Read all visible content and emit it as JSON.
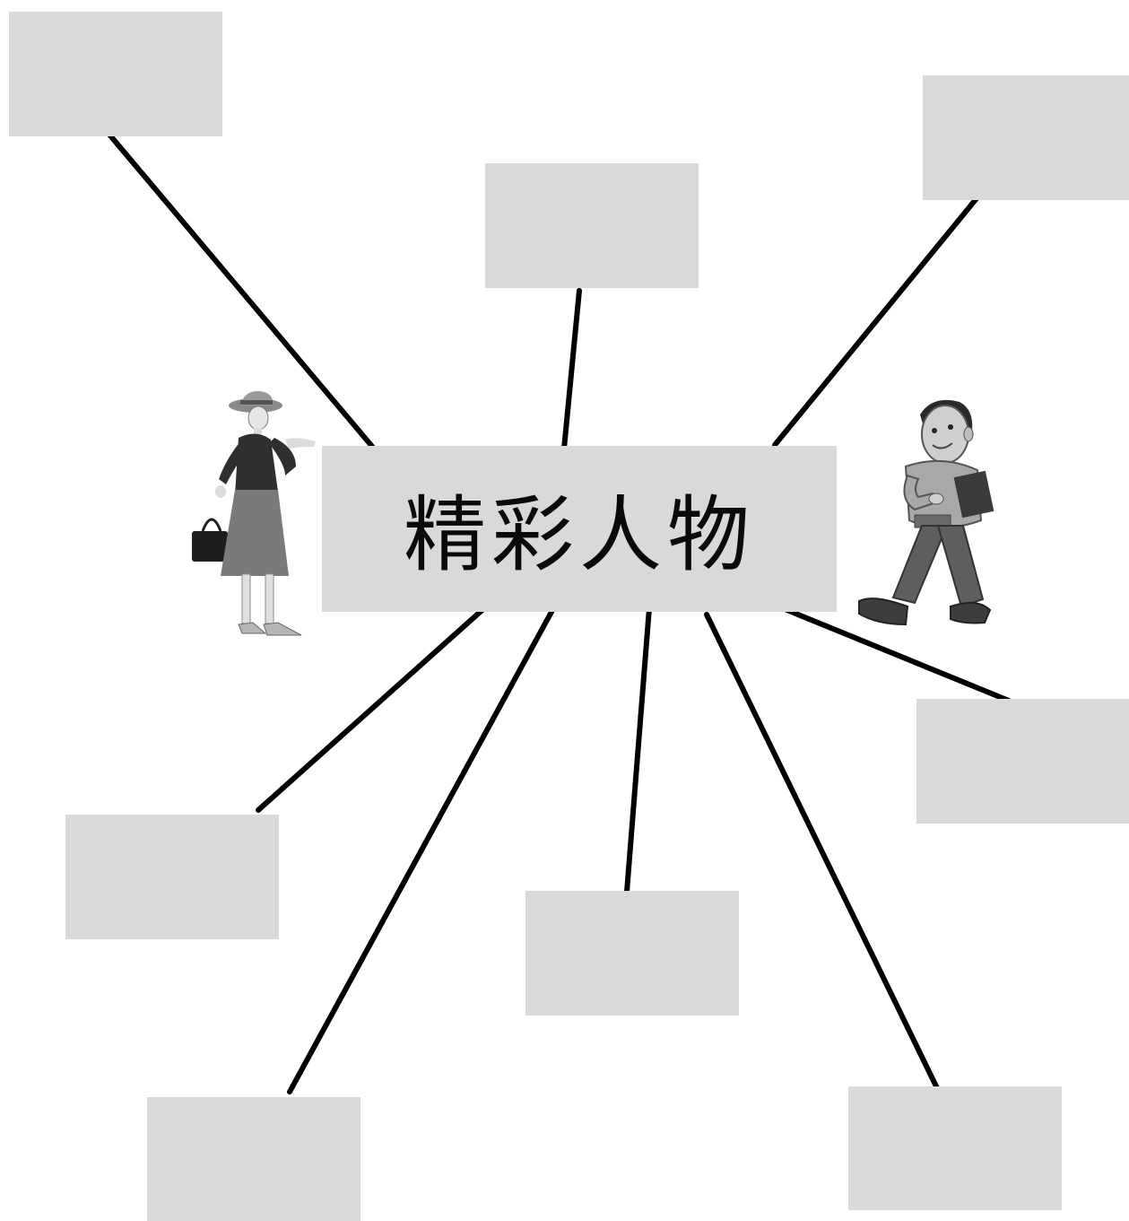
{
  "diagram": {
    "center_label": "精彩人物",
    "outer_boxes": [
      {
        "id": "top-left",
        "text": ""
      },
      {
        "id": "top-center",
        "text": ""
      },
      {
        "id": "top-right",
        "text": ""
      },
      {
        "id": "right",
        "text": ""
      },
      {
        "id": "left",
        "text": ""
      },
      {
        "id": "bottom-mid",
        "text": ""
      },
      {
        "id": "bottom-left",
        "text": ""
      },
      {
        "id": "bottom-right",
        "text": ""
      }
    ],
    "illustrations": [
      "woman-with-handbag",
      "boy-walking-with-books"
    ],
    "colors": {
      "box_fill": "#d9d9d9",
      "line": "#000000",
      "background": "#ffffff"
    }
  }
}
